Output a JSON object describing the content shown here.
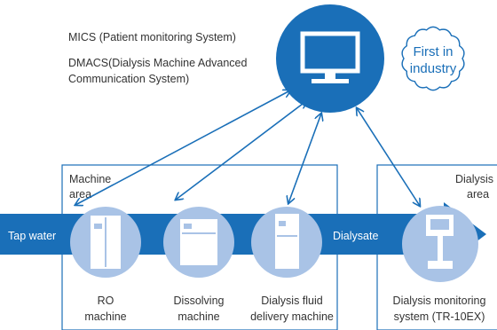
{
  "systems": {
    "mics": "MICS (Patient monitoring System)",
    "dmacs_line1": "DMACS(Dialysis Machine Advanced",
    "dmacs_line2": "Communication System)"
  },
  "badge": {
    "line1": "First in",
    "line2": "industry"
  },
  "areas": {
    "machine_line1": "Machine",
    "machine_line2": "area",
    "dialysis_line1": "Dialysis",
    "dialysis_line2": "area"
  },
  "flow": {
    "tap_water": "Tap water",
    "dialysate": "Dialysate"
  },
  "machines": [
    {
      "line1": "RO",
      "line2": "machine"
    },
    {
      "line1": "Dissolving",
      "line2": "machine"
    },
    {
      "line1": "Dialysis fluid",
      "line2": "delivery machine"
    },
    {
      "line1": "Dialysis monitoring",
      "line2": "system (TR-10EX)"
    }
  ],
  "colors": {
    "dark_blue": "#1a6fb8",
    "light_blue": "#a9c3e6",
    "text": "#333333"
  },
  "icons": [
    "monitor-icon",
    "ro-machine-icon",
    "dissolving-machine-icon",
    "delivery-machine-icon",
    "monitoring-system-icon"
  ]
}
